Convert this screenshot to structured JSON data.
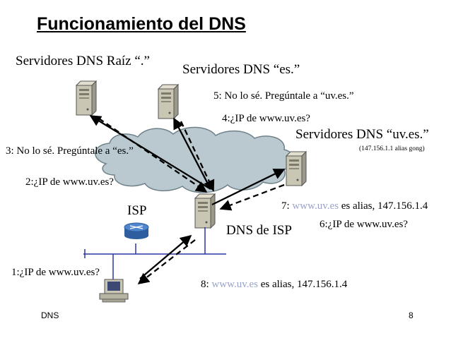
{
  "slide": {
    "title": "Funcionamiento del DNS",
    "footer_left": "DNS",
    "page_number": "8"
  },
  "labels": {
    "root_servers": "Servidores DNS Raíz “.”",
    "es_servers": "Servidores DNS “es.”",
    "uves_servers": "Servidores DNS “uv.es.”",
    "uves_note": "(147.156.1.1 alias gong)",
    "isp": "ISP",
    "isp_dns": "DNS de ISP"
  },
  "steps": {
    "step1": "1:¿IP de www.uv.es?",
    "step2": "2:¿IP de www.uv.es?",
    "step3": "3: No lo sé. Pregúntale a “es.”",
    "step4": "4:¿IP de www.uv.es?",
    "step5": "5: No lo sé. Pregúntale a “uv.es.”",
    "step6": "6:¿IP de www.uv.es?",
    "step7_prefix": "7: ",
    "step7_host": "www.uv.es",
    "step7_suffix": " es alias, 147.156.1.4",
    "step8_prefix": "8: ",
    "step8_host": "www.uv.es",
    "step8_suffix": " es alias, 147.156.1.4"
  },
  "icons": {
    "server": "server-tower-icon",
    "router": "router-icon",
    "client": "computer-icon",
    "cloud": "internet-cloud"
  },
  "colors": {
    "cloud_fill": "#b9c9cf",
    "router_blue": "#3b6fb6",
    "network_line": "#2a36a0",
    "host_highlight": "#9aa3c8",
    "server_body": "#c9c6b4"
  }
}
